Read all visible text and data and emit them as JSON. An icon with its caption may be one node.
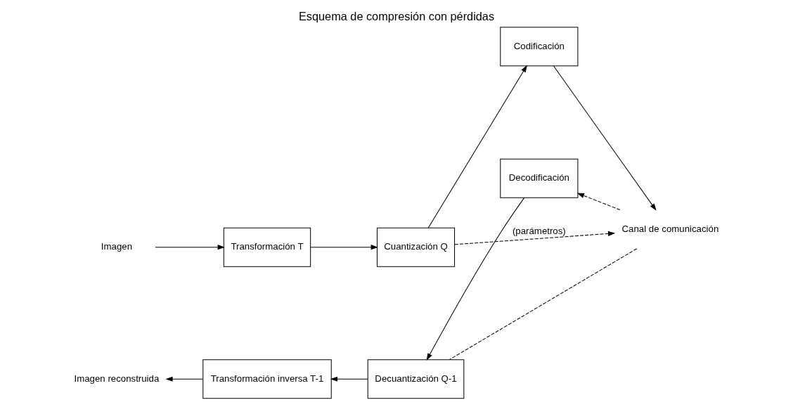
{
  "diagram": {
    "title": "Esquema de compresión con pérdidas",
    "nodes": [
      {
        "text": [
          "Imagen"
        ]
      },
      {
        "text": [
          "Transformación T"
        ]
      },
      {
        "text": [
          "Cuantización Q"
        ]
      },
      {
        "text": [
          "Codificación"
        ]
      },
      {
        "text": [
          "Canal de comunicación"
        ]
      },
      {
        "text": [
          "Decodificación"
        ]
      },
      {
        "text": [
          "Decuantización Q-1"
        ]
      },
      {
        "text": [
          "Transformación inversa T-1"
        ]
      },
      {
        "text": [
          "Imagen reconstruida"
        ]
      }
    ],
    "edges": [
      {
        "from": 0,
        "to": 1,
        "arrow": "to"
      },
      {
        "from": 1,
        "to": 2,
        "arrow": "to"
      },
      {
        "from": 2,
        "to": 3,
        "arrow": "to"
      },
      {
        "from": 3,
        "to": 4,
        "arrow": "to"
      },
      {
        "from": 2,
        "to": 4,
        "arrow": "to",
        "style": "dashed",
        "label": "(parámetros)"
      },
      {
        "from": 4,
        "to": 5,
        "arrow": "to",
        "style": "dashed"
      },
      {
        "from": 4,
        "to": 6,
        "arrow": "none",
        "style": "dashed"
      },
      {
        "from": 5,
        "to": 6,
        "arrow": "to"
      },
      {
        "from": 6,
        "to": 7,
        "arrow": "to"
      },
      {
        "from": 7,
        "to": 8,
        "arrow": "to"
      }
    ]
  }
}
